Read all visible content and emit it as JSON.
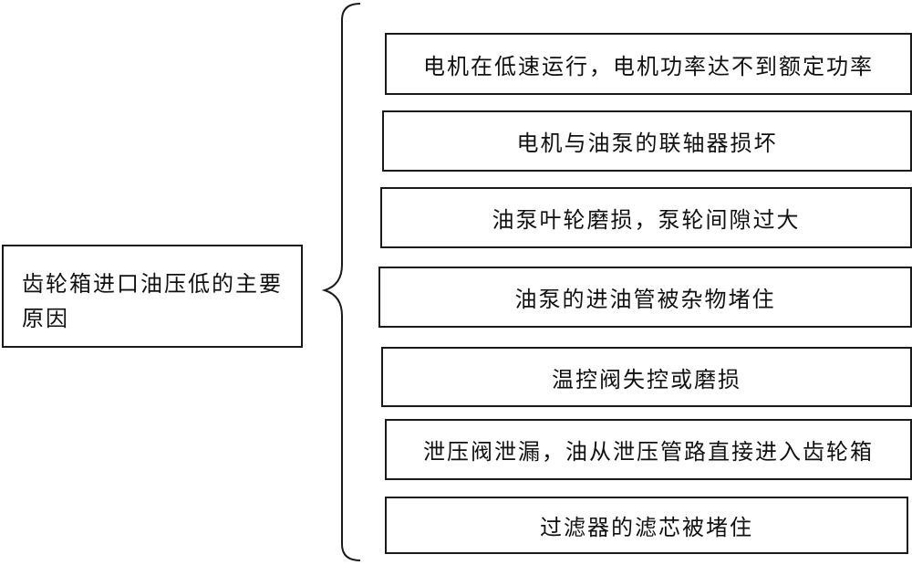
{
  "root": {
    "label": "齿轮箱进口油压低的主要原因"
  },
  "causes": [
    "电机在低速运行，电机功率达不到额定功率",
    "电机与油泵的联轴器损坏",
    "油泵叶轮磨损，泵轮间隙过大",
    "油泵的进油管被杂物堵住",
    "温控阀失控或磨损",
    "泄压阀泄漏，油从泄压管路直接进入齿轮箱",
    "过滤器的滤芯被堵住"
  ],
  "watermark": "",
  "colors": {
    "border": "#1a1a1a",
    "text": "#111111",
    "background": "#ffffff"
  }
}
